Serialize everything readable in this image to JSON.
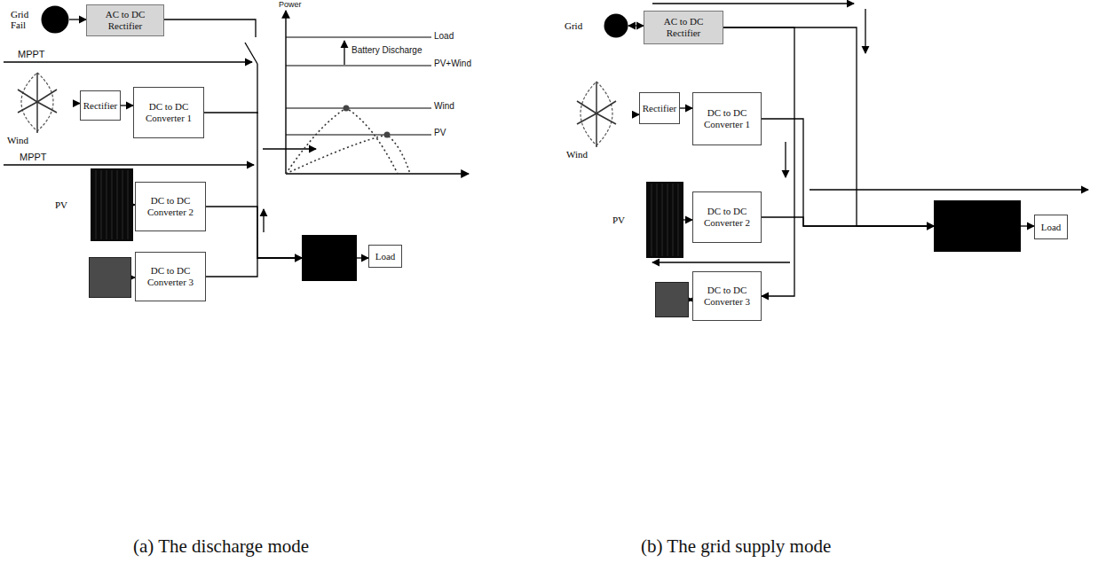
{
  "diagram": {
    "nodes": [
      {
        "text": [
          "Grid Fail"
        ]
      },
      {
        "text": [
          "AC to DC Rectifier"
        ]
      },
      {
        "text": [
          "Wind"
        ]
      },
      {
        "text": [
          "Rectifier"
        ]
      },
      {
        "text": [
          "DC to DC Converter 1"
        ]
      },
      {
        "text": [
          "PV"
        ]
      },
      {
        "text": [
          "DC to DC Converter 2"
        ]
      },
      {
        "text": []
      },
      {
        "text": [
          "DC to DC Converter 3"
        ]
      },
      {
        "text": []
      },
      {
        "text": [
          "Load"
        ]
      },
      {
        "text": [
          "Grid"
        ]
      },
      {
        "text": [
          "AC to DC Rectifier"
        ]
      },
      {
        "text": [
          "Wind"
        ]
      },
      {
        "text": [
          "Rectifier"
        ]
      },
      {
        "text": [
          "DC to DC Converter 1"
        ]
      },
      {
        "text": [
          "PV"
        ]
      },
      {
        "text": [
          "DC to DC Converter 2"
        ]
      },
      {
        "text": []
      },
      {
        "text": [
          "DC to DC Converter 3"
        ]
      },
      {
        "text": []
      },
      {
        "text": [
          "Load"
        ]
      }
    ],
    "edges": [
      {
        "from": 0,
        "to": 1,
        "arrow": "to"
      },
      {
        "from": 2,
        "to": 3,
        "arrow": "to"
      },
      {
        "from": 3,
        "to": 4,
        "arrow": "to"
      },
      {
        "from": 5,
        "to": 6,
        "arrow": "to"
      },
      {
        "from": 7,
        "to": 8,
        "arrow": "to"
      },
      {
        "from": 4,
        "to": 9,
        "arrow": "to"
      },
      {
        "from": 6,
        "to": 9,
        "arrow": "to"
      },
      {
        "from": 8,
        "to": 9,
        "arrow": "to"
      },
      {
        "from": 9,
        "to": 10,
        "arrow": "to"
      },
      {
        "from": 11,
        "to": 12,
        "arrow": "both"
      },
      {
        "from": 12,
        "to": 20,
        "arrow": "to"
      },
      {
        "from": 12,
        "to": 19,
        "arrow": "to"
      },
      {
        "from": 13,
        "to": 14,
        "arrow": "to"
      },
      {
        "from": 14,
        "to": 15,
        "arrow": "to"
      },
      {
        "from": 16,
        "to": 17,
        "arrow": "to"
      },
      {
        "from": 18,
        "to": 19,
        "arrow": "both"
      },
      {
        "from": 15,
        "to": 20,
        "arrow": "to"
      },
      {
        "from": 17,
        "to": 20,
        "arrow": "to"
      },
      {
        "from": 20,
        "to": 21,
        "arrow": "to"
      }
    ],
    "labels": [
      "MPPT",
      "MPPT",
      "Power",
      "Load",
      "Battery Discharge",
      "PV+Wind",
      "Wind",
      "PV",
      "(a) The discharge mode",
      "(b) The grid supply mode"
    ]
  }
}
